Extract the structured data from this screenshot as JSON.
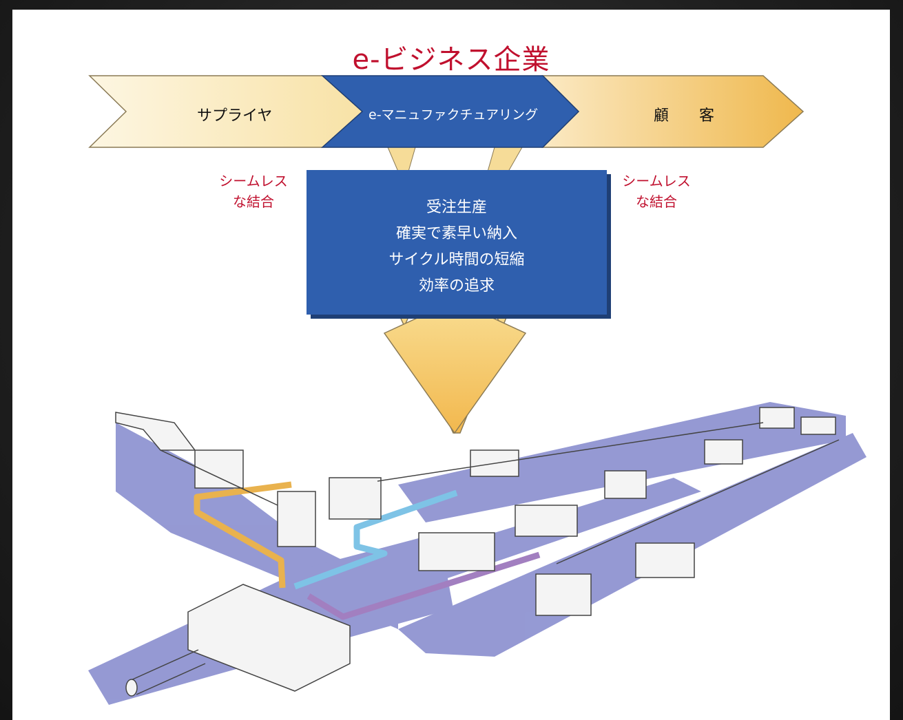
{
  "title": "e-ビジネス企業",
  "chain": {
    "supplier": "サプライヤ",
    "manufacturing": "e-マニュファクチュアリング",
    "customer": "顧　　客"
  },
  "links": {
    "left": [
      "シームレス",
      "な結合"
    ],
    "right": [
      "シームレス",
      "な結合"
    ]
  },
  "goals": [
    "受注生産",
    "確実で素早い納入",
    "サイクル時間の短縮",
    "効率の追求"
  ],
  "colors": {
    "title_red": "#c0102e",
    "supplier_fill": "#fbeec8",
    "manufacturing_fill": "#2f5fae",
    "customer_fill": "#f2c35c",
    "floor_lane": "#8a8fcf",
    "pipe_yellow": "#e9b24e",
    "pipe_blue": "#7ec3e6",
    "pipe_purple": "#a27fc0"
  }
}
